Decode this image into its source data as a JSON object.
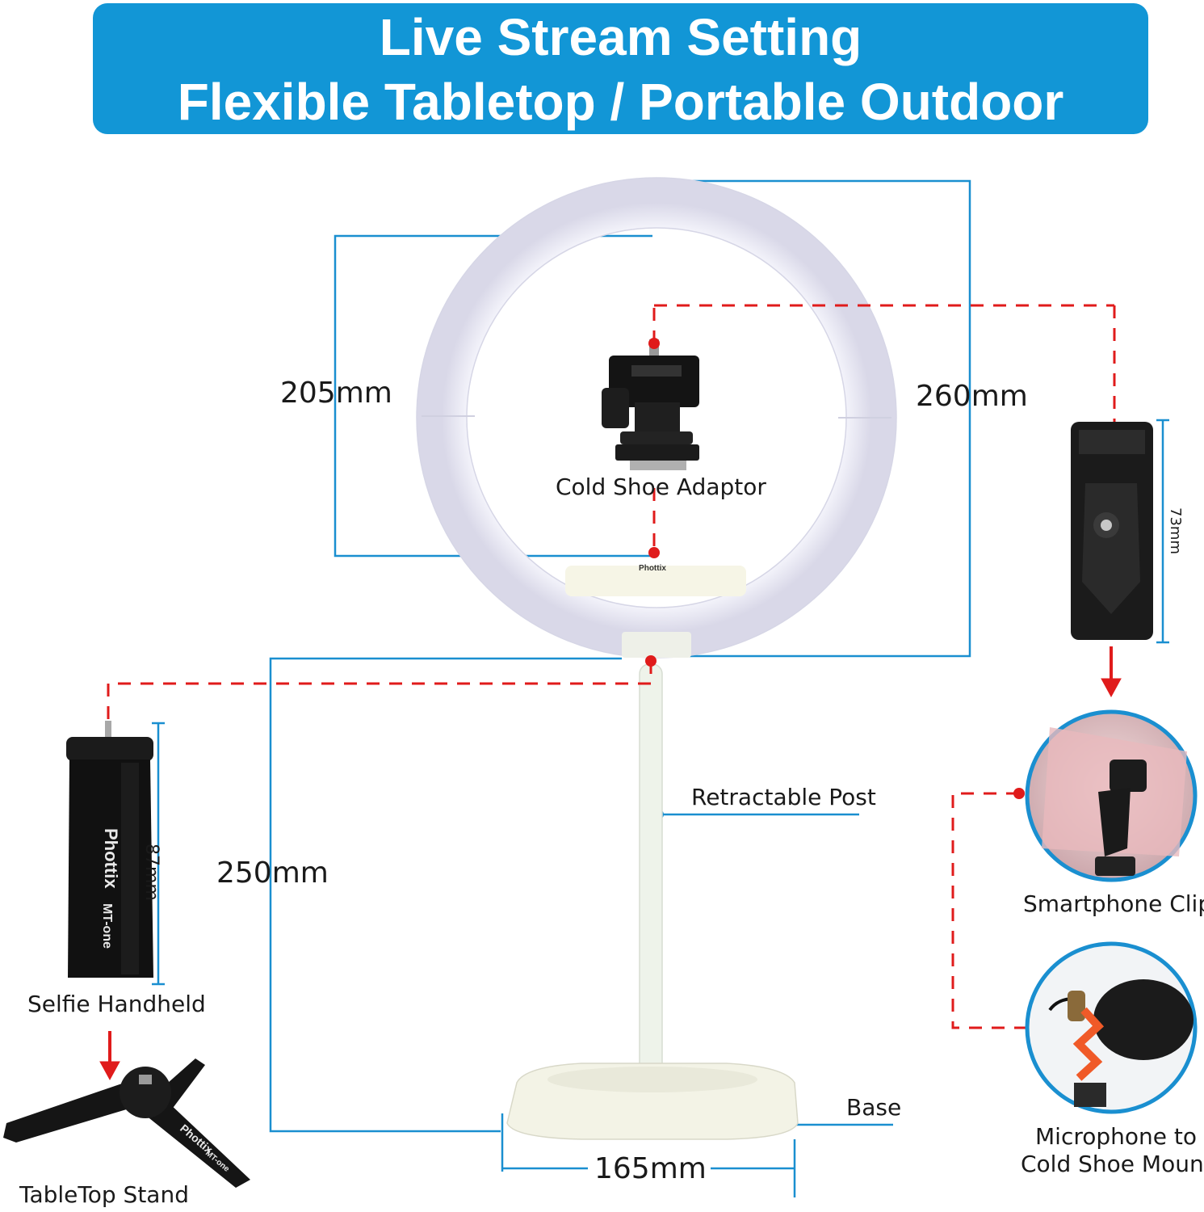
{
  "banner": {
    "line1": "Live Stream Setting",
    "line2": "Flexible Tabletop / Portable Outdoor",
    "color": "#1296d6"
  },
  "dimensions": {
    "inner_ring": "205mm",
    "outer_ring": "260mm",
    "stand_height": "250mm",
    "base_width": "165mm",
    "handheld_height": "87mm",
    "clip_height": "73mm"
  },
  "labels": {
    "cold_shoe_adaptor": "Cold Shoe Adaptor",
    "retractable_post": "Retractable Post",
    "base": "Base",
    "selfie_handheld": "Selfie Handheld",
    "tabletop_stand": "TableTop Stand",
    "smartphone_clip": "Smartphone Clip",
    "microphone_line1": "Microphone to",
    "microphone_line2": "Cold Shoe Mount"
  },
  "branding": {
    "ring_logo": "Phottix",
    "handheld_logo": "Phottix",
    "handheld_model": "MT-one",
    "tripod_logo": "Phottix",
    "tripod_model": "MT-one"
  },
  "colors": {
    "dimension_line": "#1a8fd0",
    "connector": "#e01b1b"
  },
  "icons": [
    "ring-light-icon",
    "cold-shoe-icon",
    "phone-holder-icon",
    "handheld-icon",
    "tripod-icon",
    "smartphone-clip-icon",
    "microphone-icon"
  ]
}
